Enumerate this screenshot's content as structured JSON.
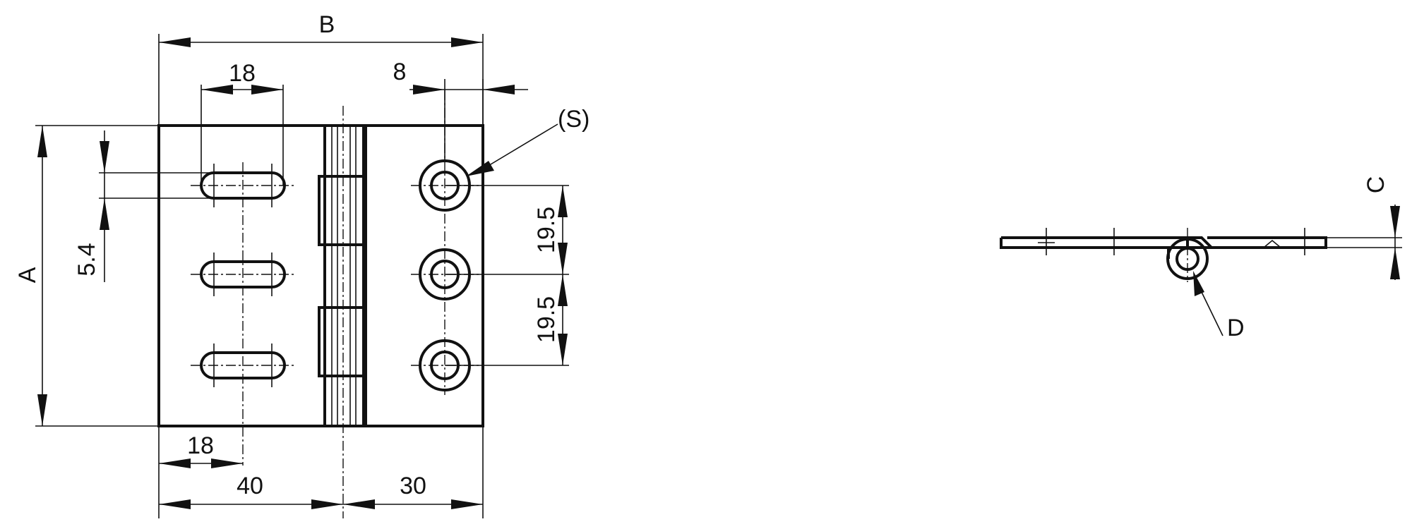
{
  "front_view": {
    "labels": {
      "B": "B",
      "A": "A",
      "slot_spacing_top": "18",
      "hole_edge_offset": "8",
      "slot_width": "5.4",
      "hole_pitch_upper": "19.5",
      "hole_pitch_lower": "19.5",
      "slot_offset_bottom": "18",
      "leaf_width_left": "40",
      "leaf_width_right": "30",
      "screw_callout": "(S)"
    }
  },
  "side_view": {
    "labels": {
      "C": "C",
      "D": "D"
    }
  }
}
